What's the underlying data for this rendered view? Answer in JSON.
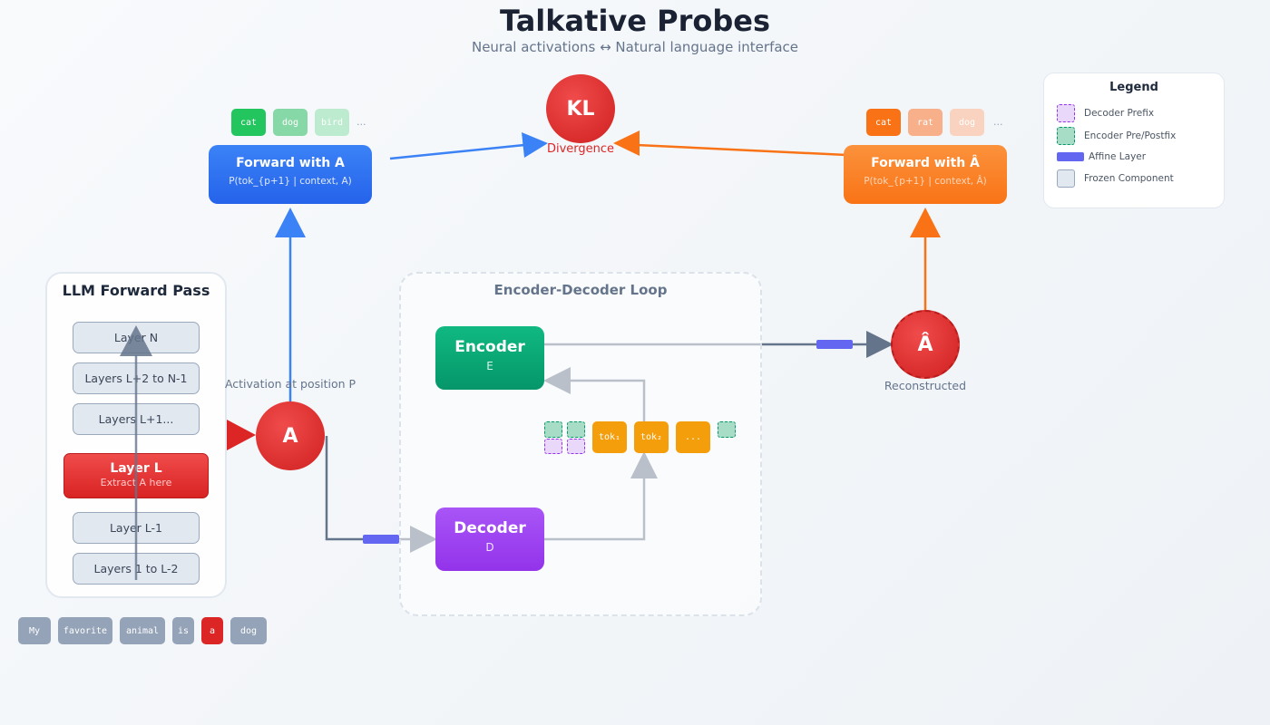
{
  "title": "Talkative Probes",
  "subtitle": "Neural activations ↔ Natural language interface",
  "llm_panel": {
    "title": "LLM Forward Pass",
    "layers": [
      "Layer N",
      "Layers L+2 to N-1",
      "Layers L+1...",
      "Layer L-1",
      "Layers 1 to L-2"
    ],
    "layer_L": {
      "label": "Layer L",
      "sub": "Extract A here"
    }
  },
  "input_tokens": [
    "My",
    "favorite",
    "animal",
    "is",
    "a",
    "dog"
  ],
  "activation": {
    "label": "A",
    "caption": "Activation at position P"
  },
  "forward_a": {
    "title": "Forward with A",
    "formula": "P(tok_{p+1} | context, A)",
    "tokens": [
      "cat",
      "dog",
      "bird",
      "..."
    ]
  },
  "forward_ahat": {
    "title": "Forward with Â",
    "formula": "P(tok_{p+1} | context, Â)",
    "tokens": [
      "cat",
      "rat",
      "dog",
      "..."
    ]
  },
  "kl": {
    "label": "KL",
    "caption": "Divergence"
  },
  "loop": {
    "title": "Encoder-Decoder Loop",
    "encoder": {
      "label": "Encoder",
      "sub": "E"
    },
    "decoder": {
      "label": "Decoder",
      "sub": "D"
    },
    "tokens": [
      "tok₁",
      "tok₂",
      "..."
    ]
  },
  "reconstructed": {
    "label": "Â",
    "caption": "Reconstructed"
  },
  "legend": {
    "title": "Legend",
    "items": [
      "Decoder Prefix",
      "Encoder Pre/Postfix",
      "Affine Layer",
      "Frozen Component"
    ]
  },
  "colors": {
    "blue": "#3b82f6",
    "orange": "#f97316",
    "red": "#dc2626",
    "green": "#10b981",
    "purple": "#a855f7",
    "gray_arrow": "#64748b",
    "affine": "#6366f1"
  }
}
